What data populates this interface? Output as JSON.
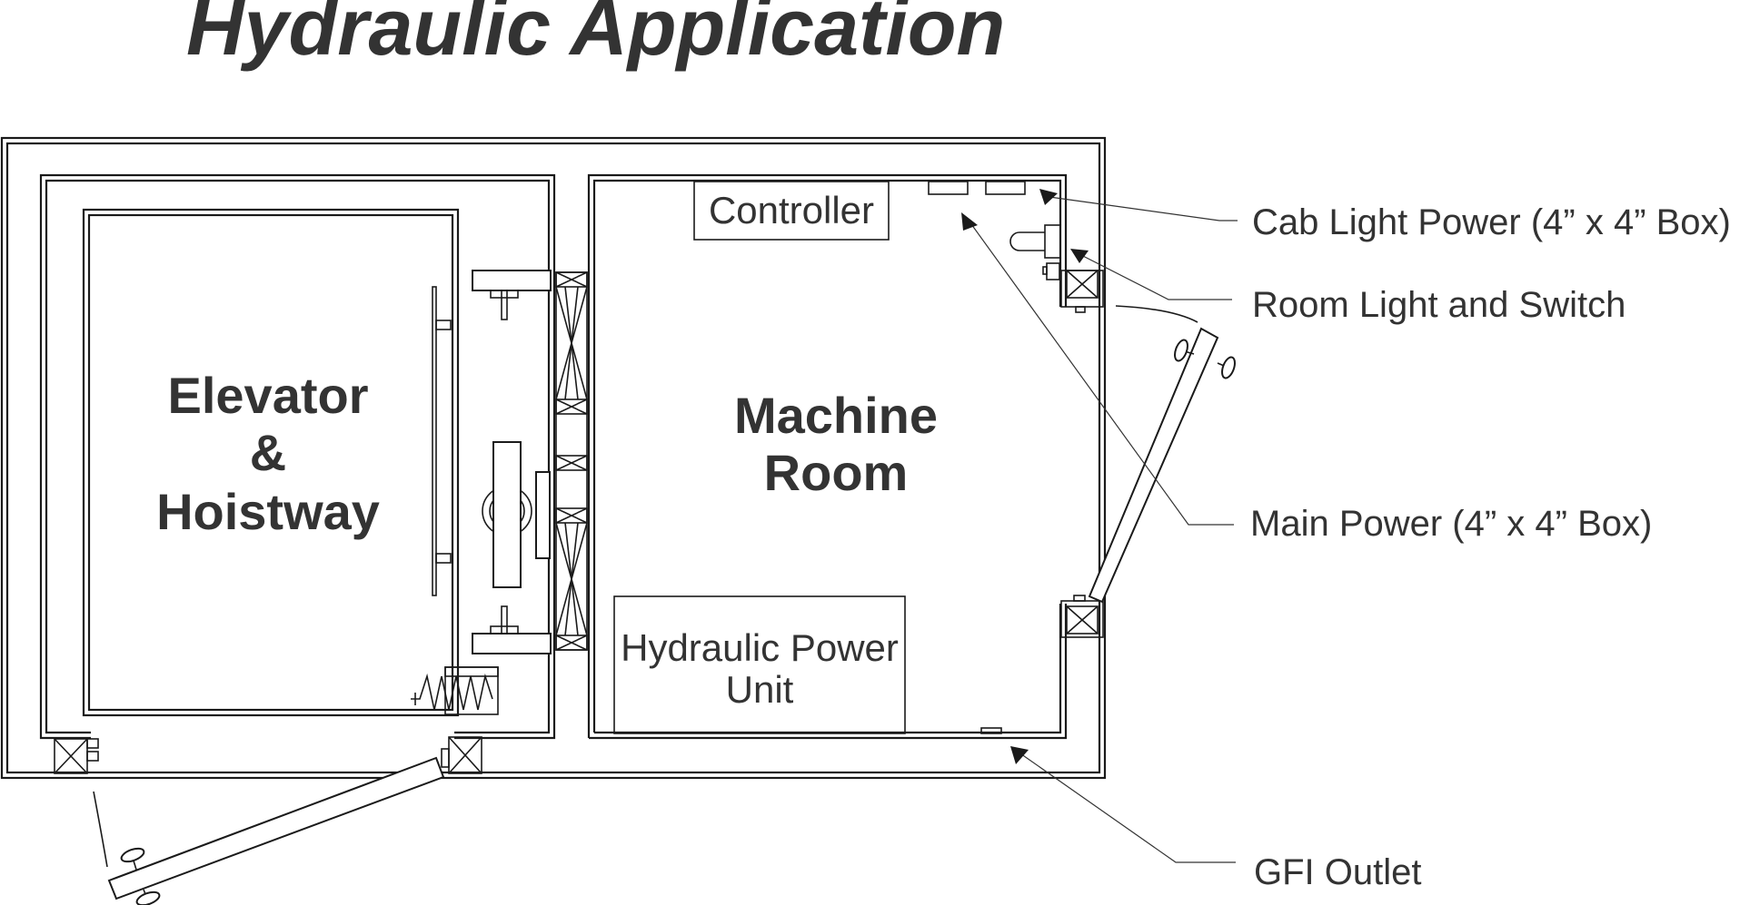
{
  "title": "Hydraulic Application",
  "rooms": {
    "hoistway_lines": [
      "Elevator",
      "&",
      "Hoistway"
    ],
    "machine_room_lines": [
      "Machine",
      "Room"
    ]
  },
  "equipment": {
    "controller": "Controller",
    "power_unit_lines": [
      "Hydraulic Power",
      "Unit"
    ]
  },
  "callouts": {
    "cab_light_power": "Cab Light Power (4” x 4” Box)",
    "room_light_switch": "Room Light and Switch",
    "main_power": "Main Power (4” x 4” Box)",
    "gfi_outlet": "GFI Outlet"
  }
}
